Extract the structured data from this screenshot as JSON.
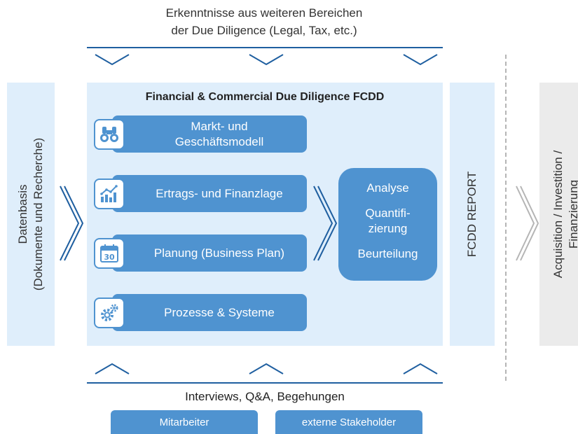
{
  "top": {
    "caption_line1": "Erkenntnisse aus weiteren Bereichen",
    "caption_line2": "der Due Diligence (Legal, Tax, etc.)"
  },
  "left_panel": {
    "line1": "Datenbasis",
    "line2": "(Dokumente und Recherche)"
  },
  "center": {
    "title": "Financial & Commercial Due Diligence FCDD",
    "items": [
      {
        "icon": "binoculars-icon",
        "line1": "Markt- und",
        "line2": "Geschäftsmodell"
      },
      {
        "icon": "bar-chart-icon",
        "label": "Ertrags- und Finanzlage"
      },
      {
        "icon": "calendar-icon",
        "label": "Planung (Business Plan)",
        "icon_text": "30"
      },
      {
        "icon": "gears-icon",
        "label": "Prozesse & Systeme"
      }
    ],
    "result": {
      "analyse": "Analyse",
      "quant1": "Quantifi-",
      "quant2": "zierung",
      "beurteilung": "Beurteilung"
    }
  },
  "report_panel": {
    "label": "FCDD REPORT"
  },
  "right_panel": {
    "line1": "Acquisition / Investition /",
    "line2": "Finanzierung"
  },
  "bottom": {
    "caption": "Interviews, Q&A, Begehungen",
    "buttons": [
      "Mitarbeiter",
      "externe Stakeholder"
    ]
  },
  "colors": {
    "dark_blue": "#1f5fa0",
    "box_blue": "#4f93d0",
    "panel_blue": "#dfeefb",
    "grey_panel": "#ebebeb",
    "grey_chevron": "#b5b5b5"
  }
}
